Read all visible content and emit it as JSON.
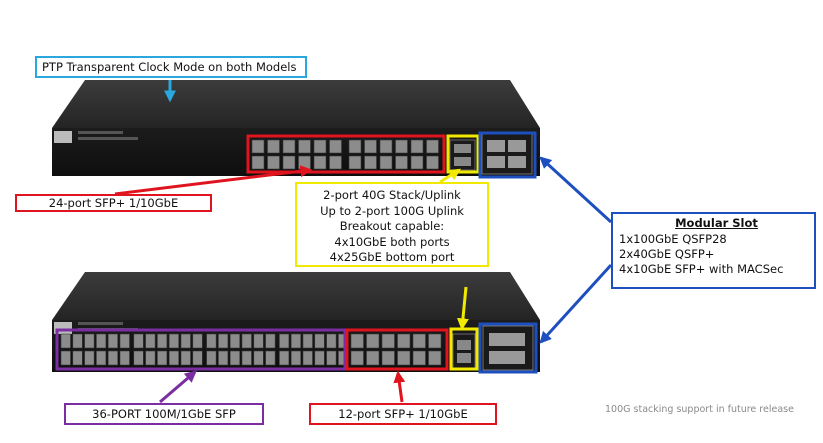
{
  "callouts": {
    "ptp": "PTP Transparent Clock Mode on both Models",
    "sfp24": "24-port SFP+ 1/10GbE",
    "uplink_lines": [
      "2-port 40G Stack/Uplink",
      "Up to 2-port 100G Uplink",
      "Breakout capable:",
      "4x10GbE both ports",
      "4x25GbE bottom port"
    ],
    "modular_title": "Modular Slot",
    "modular_lines": [
      "1x100GbE QSFP28",
      "2x40GbE QSFP+",
      "4x10GbE SFP+  with MACSec"
    ],
    "sfp36": "36-PORT 100M/1GbE SFP",
    "sfp12": "12-port SFP+ 1/10GbE"
  },
  "footnote": "100G stacking support in future release",
  "colors": {
    "blue": "#1e4fbf",
    "light_blue": "#2aa7dd",
    "red": "#e0141e",
    "yellow": "#f1ea00",
    "purple": "#7a2ea1",
    "chassis": "#2f2f2f"
  }
}
